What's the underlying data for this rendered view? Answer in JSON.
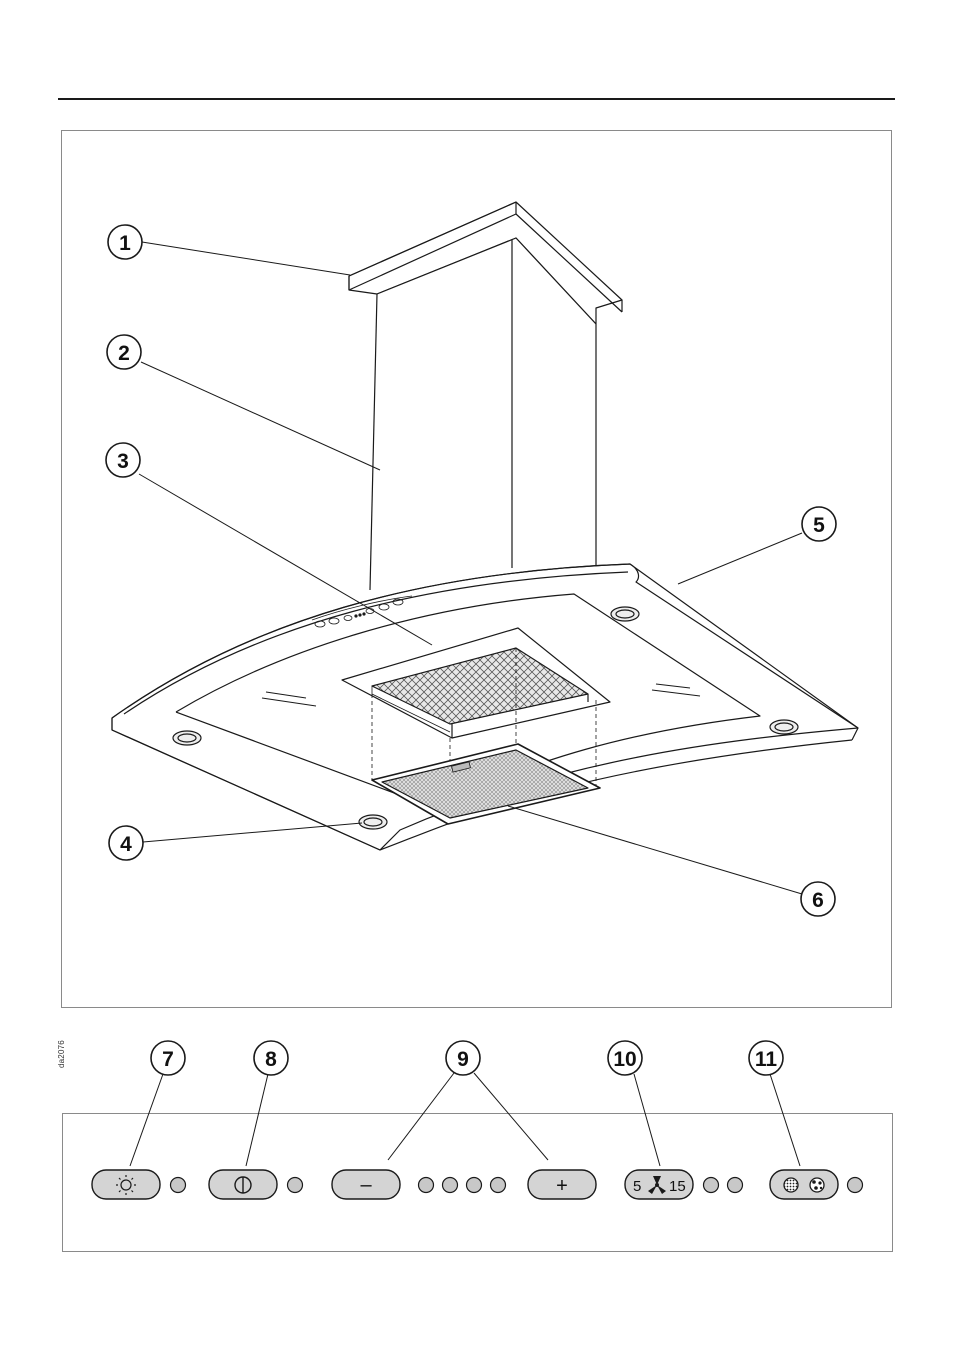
{
  "drawing_code": "da2076",
  "callouts": {
    "c1": "1",
    "c2": "2",
    "c3": "3",
    "c4": "4",
    "c5": "5",
    "c6": "6",
    "c7": "7",
    "c8": "8",
    "c9": "9",
    "c10": "10",
    "c11": "11"
  },
  "control_panel": {
    "minus_label": "–",
    "plus_label": "+",
    "timer_left": "5",
    "timer_right": "15"
  },
  "icons": {
    "light": "light-bulb-icon",
    "power": "on-off-icon",
    "timer_fan": "fan-icon",
    "filter": "filter-indicator-icon"
  },
  "colors": {
    "button_fill": "#d4d4d4",
    "led_fill": "#c8c8c8",
    "line": "#1a1a1a",
    "frame": "#8a8a8a"
  }
}
